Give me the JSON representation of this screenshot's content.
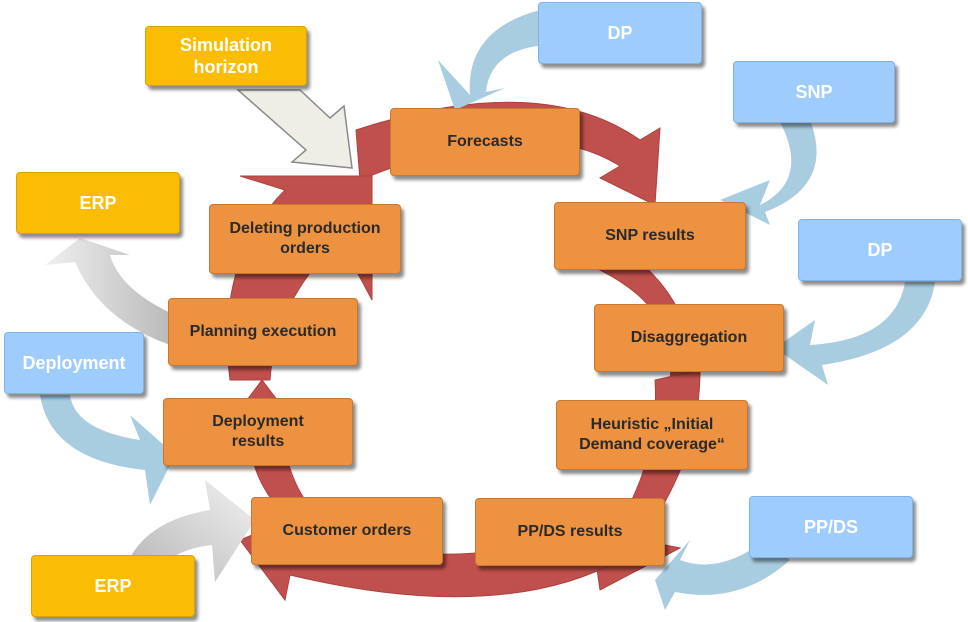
{
  "colors": {
    "cycle_arrow": "#c0504d",
    "step_box": "#ec9240",
    "module_box": "#9ecdfd",
    "source_box": "#fbbd03",
    "blue_arrow": "#a9cde0",
    "gray_arrow": "#d9d9d9"
  },
  "steps": {
    "forecasts": "Forecasts",
    "snp_results": "SNP results",
    "disaggregation": "Disaggregation",
    "heuristic": "Heuristic „Initial\nDemand coverage“",
    "ppds_results": "PP/DS results",
    "customer_orders": "Customer orders",
    "deployment_results": "Deployment\nresults",
    "planning_execution": "Planning execution",
    "deleting_orders": "Deleting production\norders"
  },
  "modules": {
    "dp_top": "DP",
    "snp": "SNP",
    "dp_right": "DP",
    "ppds": "PP/DS",
    "deployment": "Deployment"
  },
  "sources": {
    "simulation_horizon": "Simulation\nhorizon",
    "erp_left": "ERP",
    "erp_bottom": "ERP"
  }
}
